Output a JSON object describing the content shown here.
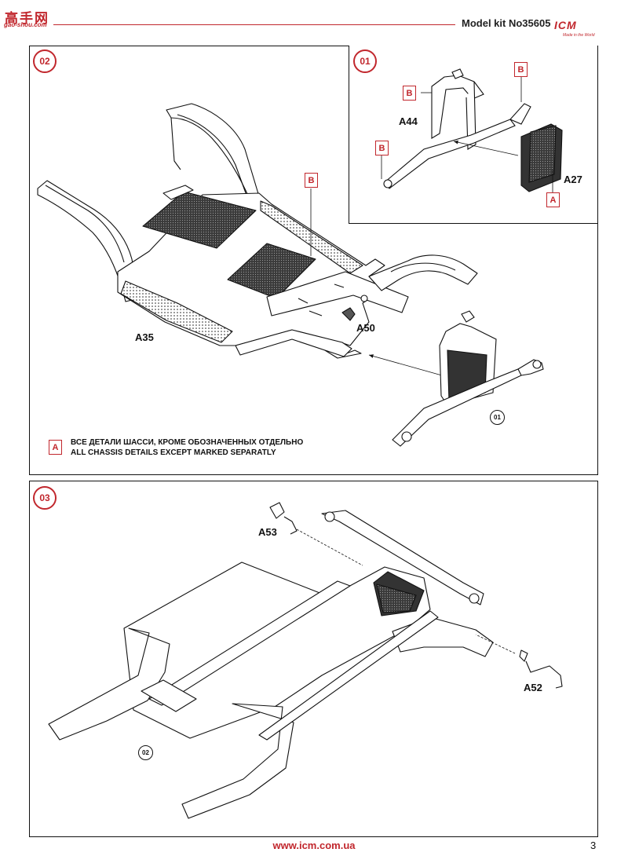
{
  "header": {
    "model_kit": "Model kit No35605",
    "brand": "ICM",
    "brand_tagline": "Made in the World",
    "watermark_cn": "高手网",
    "watermark_en": "gao-shou.com"
  },
  "steps": {
    "step02": {
      "number": "02",
      "labels": {
        "a35": "A35",
        "a50": "A50"
      },
      "ref": "01",
      "tag_b": "B"
    },
    "step01": {
      "number": "01",
      "labels": {
        "a44": "A44",
        "a27": "A27"
      },
      "tag_b1": "B",
      "tag_b2": "B",
      "tag_b3": "B",
      "tag_a": "A"
    },
    "step03": {
      "number": "03",
      "labels": {
        "a53": "A53",
        "a52": "A52"
      },
      "ref": "02"
    }
  },
  "note": {
    "tag": "A",
    "line_ru": "ВСЕ ДЕТАЛИ ШАССИ, КРОМЕ ОБОЗНАЧЕННЫХ ОТДЕЛЬНО",
    "line_en": "ALL CHASSIS DETAILS EXCEPT MARKED SEPARATLY"
  },
  "footer": {
    "website": "www.icm.com.ua",
    "page_number": "3"
  },
  "colors": {
    "accent": "#c1272d",
    "line": "#111111"
  }
}
